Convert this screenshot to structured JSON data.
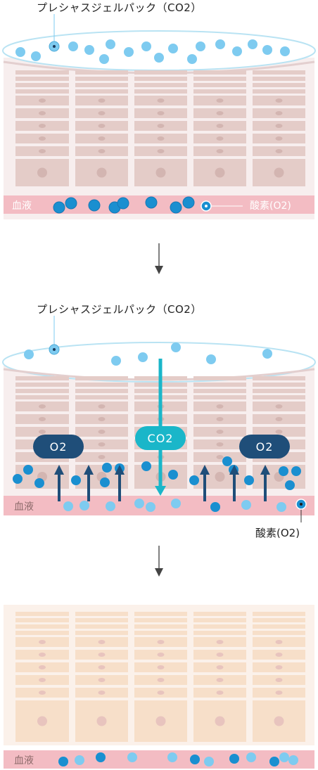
{
  "step1": {
    "gel_label": "プレシャスジェルパック（CO2）",
    "blood_label": "血液",
    "oxygen_label": "酸素(O2)"
  },
  "step2": {
    "gel_label": "プレシャスジェルパック（CO2）",
    "blood_label": "血液",
    "oxygen_label": "酸素(O2)",
    "o2_pill_left": "O2",
    "co2_pill": "CO2",
    "o2_pill_right": "O2"
  },
  "step3": {
    "blood_label": "血液"
  },
  "colors": {
    "gel_dot": "#7ecbf0",
    "blood_dot": "#1a8fd0",
    "o2_pill": "#1f4e79",
    "co2_pill": "#1ab6c9",
    "skin_step1": "#e5cdca",
    "skin_step3": "#f6dfcc",
    "blood_band": "#f3bcc3"
  }
}
